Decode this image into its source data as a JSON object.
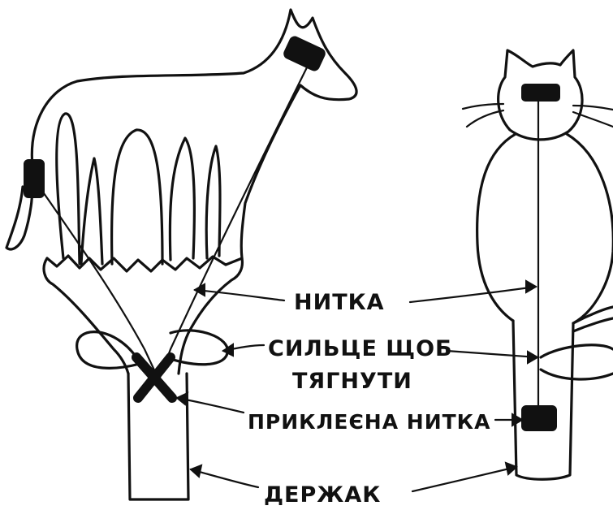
{
  "labels": {
    "thread": "НИТКА",
    "pull_loop_line1": "СИЛЬЦЕ ЩОБ",
    "pull_loop_line2": "ТЯГНУТИ",
    "glued_thread": "ПРИКЛЕЄНА НИТКА",
    "holder": "ДЕРЖАК"
  },
  "figures": [
    "horse-puppet",
    "cat-puppet"
  ],
  "colors": {
    "ink": "#111111",
    "paper": "#ffffff"
  }
}
